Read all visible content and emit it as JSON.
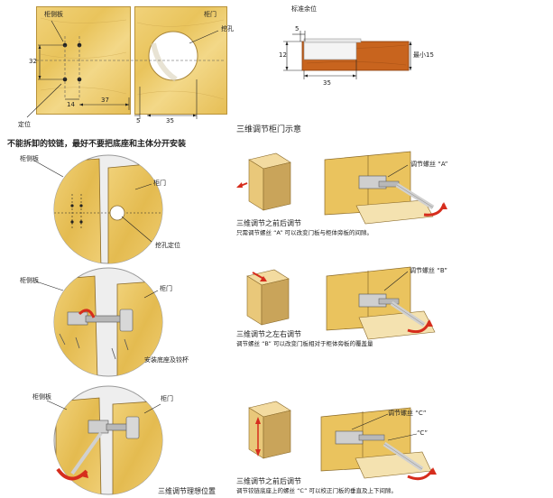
{
  "top_left": {
    "side_panel_label": "柜侧板",
    "door_label": "柜门",
    "hole_label": "挖孔",
    "locate_label": "定位",
    "dim_32": "32",
    "dim_14": "14",
    "dim_37": "37",
    "dim_5": "5",
    "dim_35": "35"
  },
  "top_right": {
    "title": "标准余位",
    "dim_5": "5",
    "dim_12": "12",
    "dim_35": "35",
    "min_label": "最小15"
  },
  "warning": "不能拆卸的铰链，最好不要把底座和主体分开安装",
  "step1": {
    "side_panel_label": "柜侧板",
    "door_label": "柜门",
    "hole_locate_label": "挖孔定位"
  },
  "step2": {
    "side_panel_label": "柜侧板",
    "door_label": "柜门",
    "caption": "安装底座及铰杯"
  },
  "step3": {
    "side_panel_label": "柜侧板",
    "door_label": "柜门",
    "caption": "三维调节理想位置"
  },
  "adjust": {
    "title": "三维调节柜门示意",
    "a": {
      "screw_label": "调节螺丝 “A”",
      "heading": "三维调节之前后调节",
      "desc": "只需调节螺丝 “A” 可以改变门板与柜体旁板的间隙。"
    },
    "b": {
      "screw_label": "调节螺丝 “B”",
      "heading": "三维调节之左右调节",
      "desc": "调节螺丝 “B” 可以改变门板相对于柜体旁板的覆盖量"
    },
    "c": {
      "screw_label_1": "调节螺丝 “C”",
      "screw_label_2": "“C”",
      "heading": "三维调节之前后调节",
      "desc": "调节铰链底座上的螺丝 “C” 可以校正门板的垂直及上下间隙。"
    }
  },
  "colors": {
    "wood": "#eac35e",
    "arrow_red": "#d62d1d",
    "board_orange": "#c8641e"
  }
}
